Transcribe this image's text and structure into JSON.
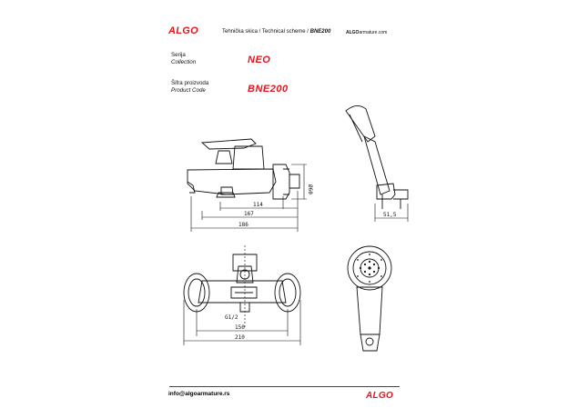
{
  "header": {
    "logo": "ALGO",
    "title_prefix": "Tehnička skica / Technical scheme / ",
    "title_code": "BNE200",
    "site_bold": "ALGO",
    "site_rest": "armature.com"
  },
  "info": {
    "series_label_local": "Serija",
    "series_label_en": "Collection",
    "series_value": "NEO",
    "code_label_local": "Šifra proizvoda",
    "code_label_en": "Product Code",
    "code_value": "BNE200"
  },
  "dimensions": {
    "d114": "114",
    "d167": "167",
    "d186": "186",
    "d60": "Ø60",
    "d51": "51,5",
    "d150": "150",
    "d210": "210",
    "thread": "G1/2"
  },
  "footer": {
    "email": "info@algoarmature.rs",
    "logo": "ALGO"
  },
  "colors": {
    "brand_red": "#e3141b",
    "line": "#111111"
  }
}
